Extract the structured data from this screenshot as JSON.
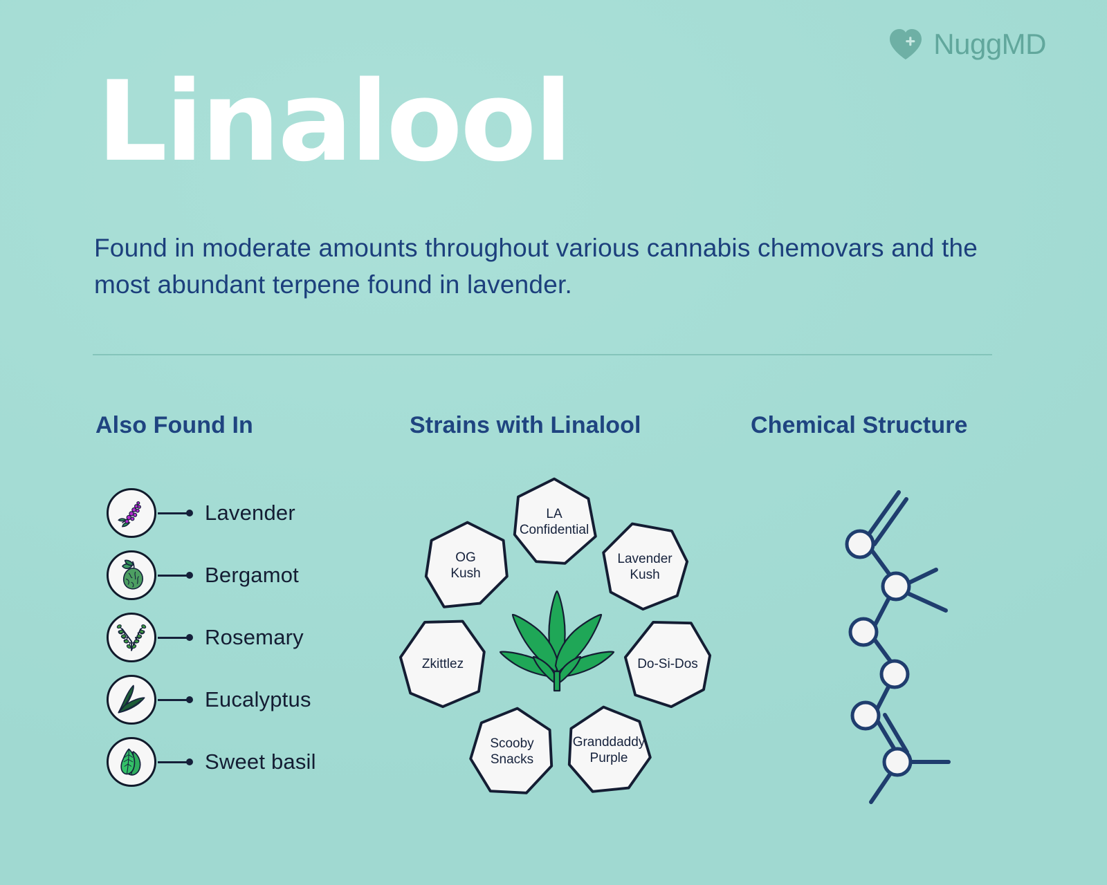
{
  "brand": {
    "name": "NuggMD",
    "logo_icon": "heart-plus-icon",
    "color": "#61a79c"
  },
  "header": {
    "title": "Linalool",
    "title_color": "#ffffff",
    "subtitle": "Found in moderate amounts throughout various cannabis chemovars and the most abundant terpene found in lavender.",
    "subtitle_color": "#1c3f7c"
  },
  "theme": {
    "background": "#a7ded6",
    "heading_color": "#1f4480",
    "body_text_color": "#141d33",
    "divider_color": "#7ec0b5",
    "outline_color": "#15203a",
    "leaf_green": "#1fa757",
    "chem_bond_color": "#1f3d6e",
    "chem_atom_fill": "#f5f5f5"
  },
  "sections": {
    "also_found_in": {
      "heading": "Also Found In",
      "items": [
        {
          "label": "Lavender",
          "icon": "lavender-sprig-icon"
        },
        {
          "label": "Bergamot",
          "icon": "bergamot-fruit-icon"
        },
        {
          "label": "Rosemary",
          "icon": "rosemary-sprig-icon"
        },
        {
          "label": "Eucalyptus",
          "icon": "eucalyptus-leaves-icon"
        },
        {
          "label": "Sweet basil",
          "icon": "basil-leaves-icon"
        }
      ]
    },
    "strains": {
      "heading": "Strains with Linalool",
      "center_icon": "cannabis-leaf-icon",
      "items": [
        {
          "name": "LA\nConfidential",
          "line1": "LA",
          "line2": "Confidential"
        },
        {
          "name": "Lavender\nKush",
          "line1": "Lavender",
          "line2": "Kush"
        },
        {
          "name": "Do-Si-Dos",
          "line1": "Do-Si-Dos",
          "line2": ""
        },
        {
          "name": "Granddaddy\nPurple",
          "line1": "Granddaddy",
          "line2": "Purple"
        },
        {
          "name": "Scooby\nSnacks",
          "line1": "Scooby",
          "line2": "Snacks"
        },
        {
          "name": "Zkittlez",
          "line1": "Zkittlez",
          "line2": ""
        },
        {
          "name": "OG\nKush",
          "line1": "OG",
          "line2": "Kush"
        }
      ]
    },
    "chemical_structure": {
      "heading": "Chemical Structure",
      "icon": "linalool-skeletal-structure-icon",
      "atom_count": 6
    }
  }
}
